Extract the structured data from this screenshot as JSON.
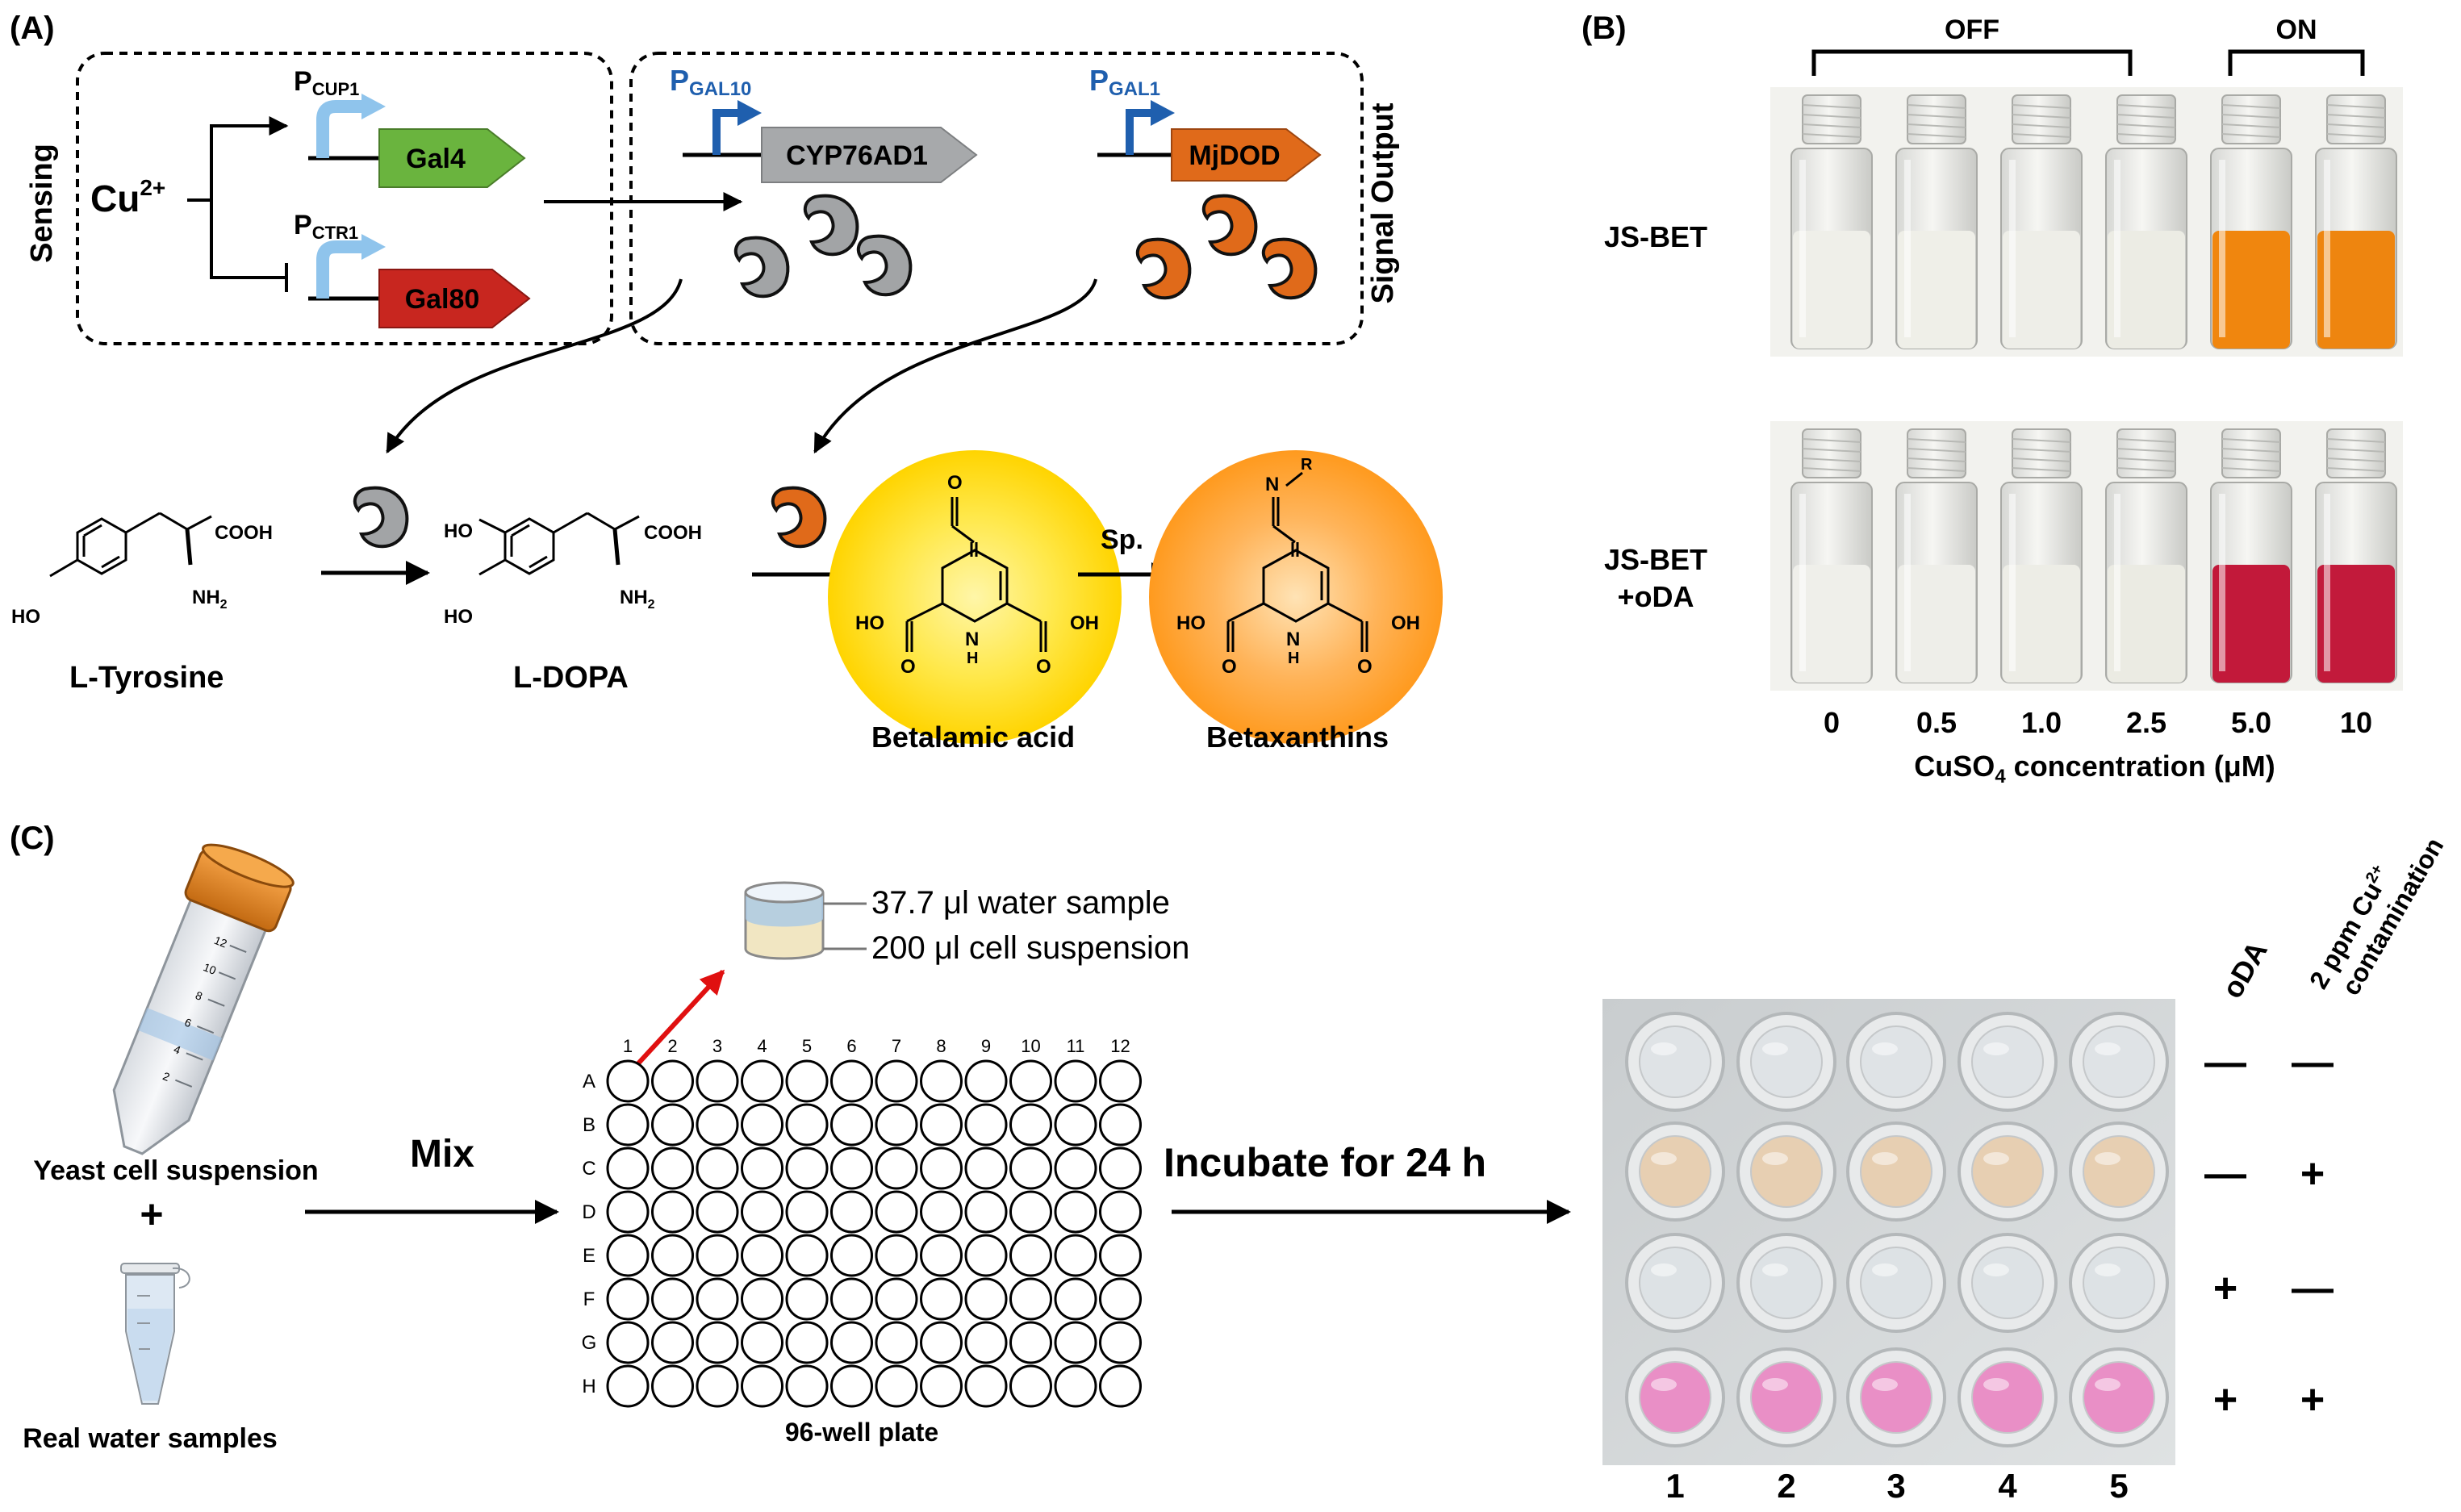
{
  "panel_labels": {
    "a": "(A)",
    "b": "(B)",
    "c": "(C)"
  },
  "panel_a": {
    "sensing_label": "Sensing",
    "signal_output_label": "Signal Output",
    "ion_main": "Cu",
    "ion_sup": "2+",
    "promoters": [
      {
        "main": "P",
        "sub": "CUP1"
      },
      {
        "main": "P",
        "sub": "CTR1"
      },
      {
        "main": "P",
        "sub": "GAL10"
      },
      {
        "main": "P",
        "sub": "GAL1"
      }
    ],
    "genes": {
      "gal4": "Gal4",
      "gal80": "Gal80",
      "cyp": "CYP76AD1",
      "mjdod": "MjDOD"
    },
    "molecules": {
      "tyrosine": "L-Tyrosine",
      "dopa": "L-DOPA",
      "betalamic": "Betalamic acid",
      "betaxanthins": "Betaxanthins"
    },
    "chem_labels": {
      "cooh": "COOH",
      "nh2": "NH",
      "nh2_sub": "2",
      "ho": "HO",
      "oh": "OH",
      "o": "O",
      "n": "N",
      "h": "H",
      "nr": "N",
      "r": "R"
    },
    "step_label": "Sp.",
    "colors": {
      "gal4": "#6ab43e",
      "gal80": "#c8261f",
      "cyp": "#a7a9ab",
      "mjdod": "#e06a1a",
      "promoter_blue": "#1f5fae",
      "light_blue": "#8fc4ec",
      "yellow_glow": "#ffe000",
      "orange_glow": "#ff9a1e"
    }
  },
  "panel_b": {
    "off_label": "OFF",
    "on_label": "ON",
    "row_labels": [
      "JS-BET",
      "JS-BET\n+oDA"
    ],
    "row1_label": "JS-BET",
    "row2_label_line1": "JS-BET",
    "row2_label_line2": "+oDA",
    "concentrations": [
      "0",
      "0.5",
      "1.0",
      "2.5",
      "5.0",
      "10"
    ],
    "axis_label_pre": "CuSO",
    "axis_label_sub": "4",
    "axis_label_post": " concentration (μM)",
    "row1_liquid_colors": [
      "#efefe9",
      "#efefe8",
      "#eeeee8",
      "#ecece4",
      "#f0860e",
      "#ee850f"
    ],
    "row2_liquid_colors": [
      "#efefea",
      "#eeeee9",
      "#ededE6",
      "#ebebe3",
      "#c2193a",
      "#c21a3b"
    ]
  },
  "panel_c": {
    "yeast_label": "Yeast cell suspension",
    "plus": "+",
    "water_label": "Real water samples",
    "mix_label": "Mix",
    "incubate_label": "Incubate for 24 h",
    "plate_label": "96-well plate",
    "well_top_label": "37.7 μl water sample",
    "well_bottom_label": "200 μl cell suspension",
    "plate_cols": [
      "1",
      "2",
      "3",
      "4",
      "5",
      "6",
      "7",
      "8",
      "9",
      "10",
      "11",
      "12"
    ],
    "plate_rows": [
      "A",
      "B",
      "C",
      "D",
      "E",
      "F",
      "G",
      "H"
    ],
    "tube_marks": [
      "12",
      "10",
      "8",
      "6",
      "4",
      "2"
    ],
    "photo_cols": [
      "1",
      "2",
      "3",
      "4",
      "5"
    ],
    "oda_label": "oDA",
    "cu_label_line1": "2 ppm Cu",
    "cu_label_sup": "2+",
    "cu_label_line2": "contamination",
    "table": [
      {
        "oda": "—",
        "cu": "—"
      },
      {
        "oda": "—",
        "cu": "+"
      },
      {
        "oda": "+",
        "cu": "—"
      },
      {
        "oda": "+",
        "cu": "+"
      }
    ],
    "photo_well_colors": [
      "#dfe3e6",
      "#e7cfb2",
      "#dde2e5",
      "#e98fc6"
    ]
  }
}
